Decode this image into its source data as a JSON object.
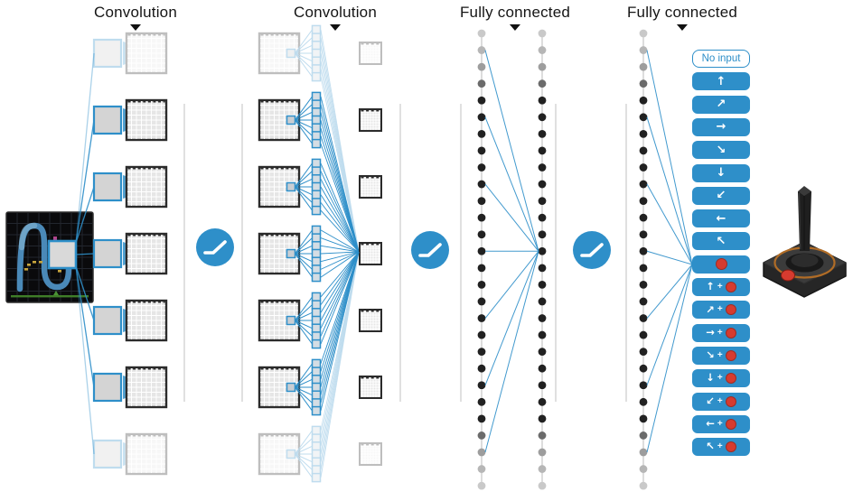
{
  "figure": {
    "description": "Schematic of a deep Q-network: convolutional layers, fully connected layers, and game-action outputs",
    "input": "game-screen-patch",
    "output_device": "atari-joystick"
  },
  "headers": [
    {
      "label": "Convolution"
    },
    {
      "label": "Convolution"
    },
    {
      "label": "Fully connected"
    },
    {
      "label": "Fully connected"
    }
  ],
  "combo_separator": "+",
  "actions": [
    {
      "id": "no-input",
      "type": "none",
      "label": "No input"
    },
    {
      "id": "up",
      "type": "move",
      "glyph": "↑"
    },
    {
      "id": "up-right",
      "type": "move",
      "glyph": "↗"
    },
    {
      "id": "right",
      "type": "move",
      "glyph": "→"
    },
    {
      "id": "down-right",
      "type": "move",
      "glyph": "↘"
    },
    {
      "id": "down",
      "type": "move",
      "glyph": "↓"
    },
    {
      "id": "down-left",
      "type": "move",
      "glyph": "↙"
    },
    {
      "id": "left",
      "type": "move",
      "glyph": "←"
    },
    {
      "id": "up-left",
      "type": "move",
      "glyph": "↖"
    },
    {
      "id": "fire",
      "type": "fire"
    },
    {
      "id": "up-fire",
      "type": "move-fire",
      "glyph": "↑"
    },
    {
      "id": "up-right-fire",
      "type": "move-fire",
      "glyph": "↗"
    },
    {
      "id": "right-fire",
      "type": "move-fire",
      "glyph": "→"
    },
    {
      "id": "down-right-fire",
      "type": "move-fire",
      "glyph": "↘"
    },
    {
      "id": "down-fire",
      "type": "move-fire",
      "glyph": "↓"
    },
    {
      "id": "down-left-fire",
      "type": "move-fire",
      "glyph": "↙"
    },
    {
      "id": "left-fire",
      "type": "move-fire",
      "glyph": "←"
    },
    {
      "id": "up-left-fire",
      "type": "move-fire",
      "glyph": "↖"
    }
  ],
  "network": {
    "conv1_maps_shown": 7,
    "conv2_maps_shown": 7,
    "filter_stack_units": 7,
    "fc_units_shown_per_column": 28,
    "activation": "relu"
  },
  "icons": [
    "relu-activation-icon",
    "down-triangle-icon",
    "fire-button-icon",
    "joystick-icon"
  ],
  "colors": {
    "accent": "#2e8fc9",
    "fire_red": "#d63b2f",
    "dot_dark": "#212121",
    "dot_fade": [
      "#c9c9c9",
      "#b6b6b6",
      "#9d9d9d",
      "#6b6b6b"
    ],
    "separator": "#c6c6c6",
    "grid_fill": "#e6e6e6",
    "grid_border": "#2b2b2b",
    "patch_fill": "#d9d9d9",
    "game_bg": "#0a0a0c",
    "game_path_blue": "#4a89b8",
    "game_green": "#3f7d28",
    "game_yellow": "#c8a53c",
    "game_magenta": "#b0458c",
    "joystick_dark": "#2a2a2a",
    "joystick_ring_orange": "#b06c26"
  }
}
